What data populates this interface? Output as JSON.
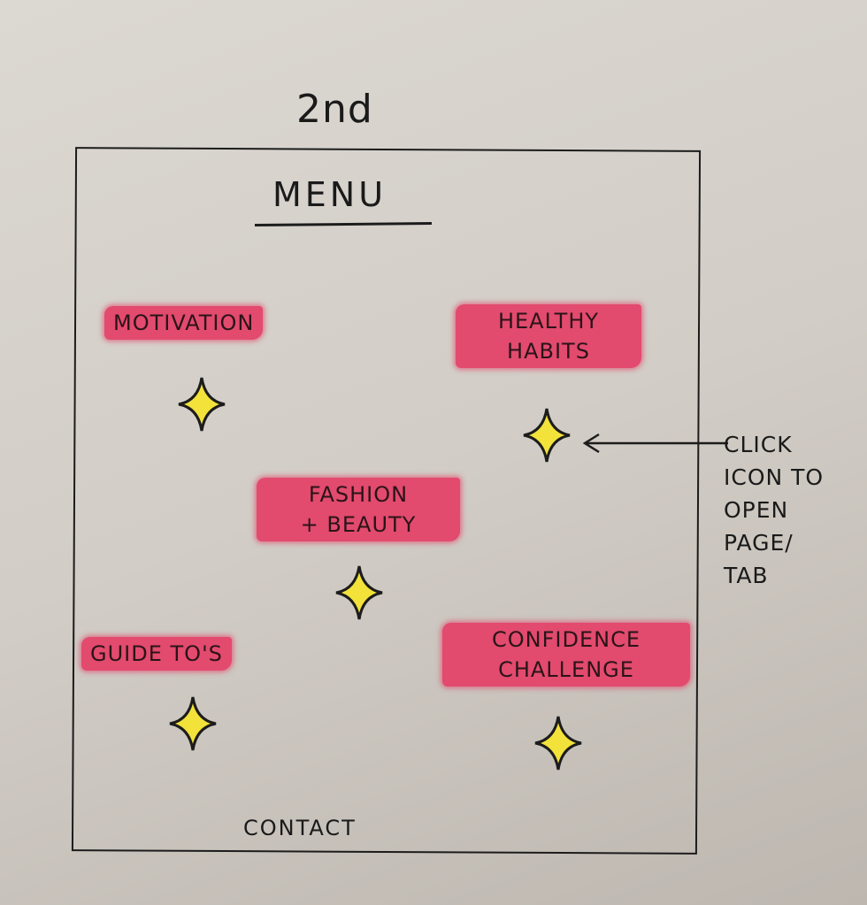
{
  "heading": "2nd",
  "menu": {
    "title": "MENU",
    "items": [
      {
        "label": "MOTIVATION",
        "icon": "star-icon"
      },
      {
        "label": "HEALTHY HABITS",
        "icon": "star-icon"
      },
      {
        "label": "FASHION + BEAUTY",
        "icon": "star-icon"
      },
      {
        "label": "GUIDE TO'S",
        "icon": "star-icon"
      },
      {
        "label": "CONFIDENCE CHALLENGE",
        "icon": "star-icon"
      }
    ],
    "footer": "CONTACT"
  },
  "annotation": {
    "text": "CLICK ICON TO OPEN PAGE/ TAB",
    "lines": [
      "CLICK",
      "ICON TO",
      "OPEN",
      "PAGE/",
      "TAB"
    ]
  },
  "colors": {
    "highlight": "#e24a6e",
    "star": "#f2e23a",
    "ink": "#1c1c1c"
  }
}
